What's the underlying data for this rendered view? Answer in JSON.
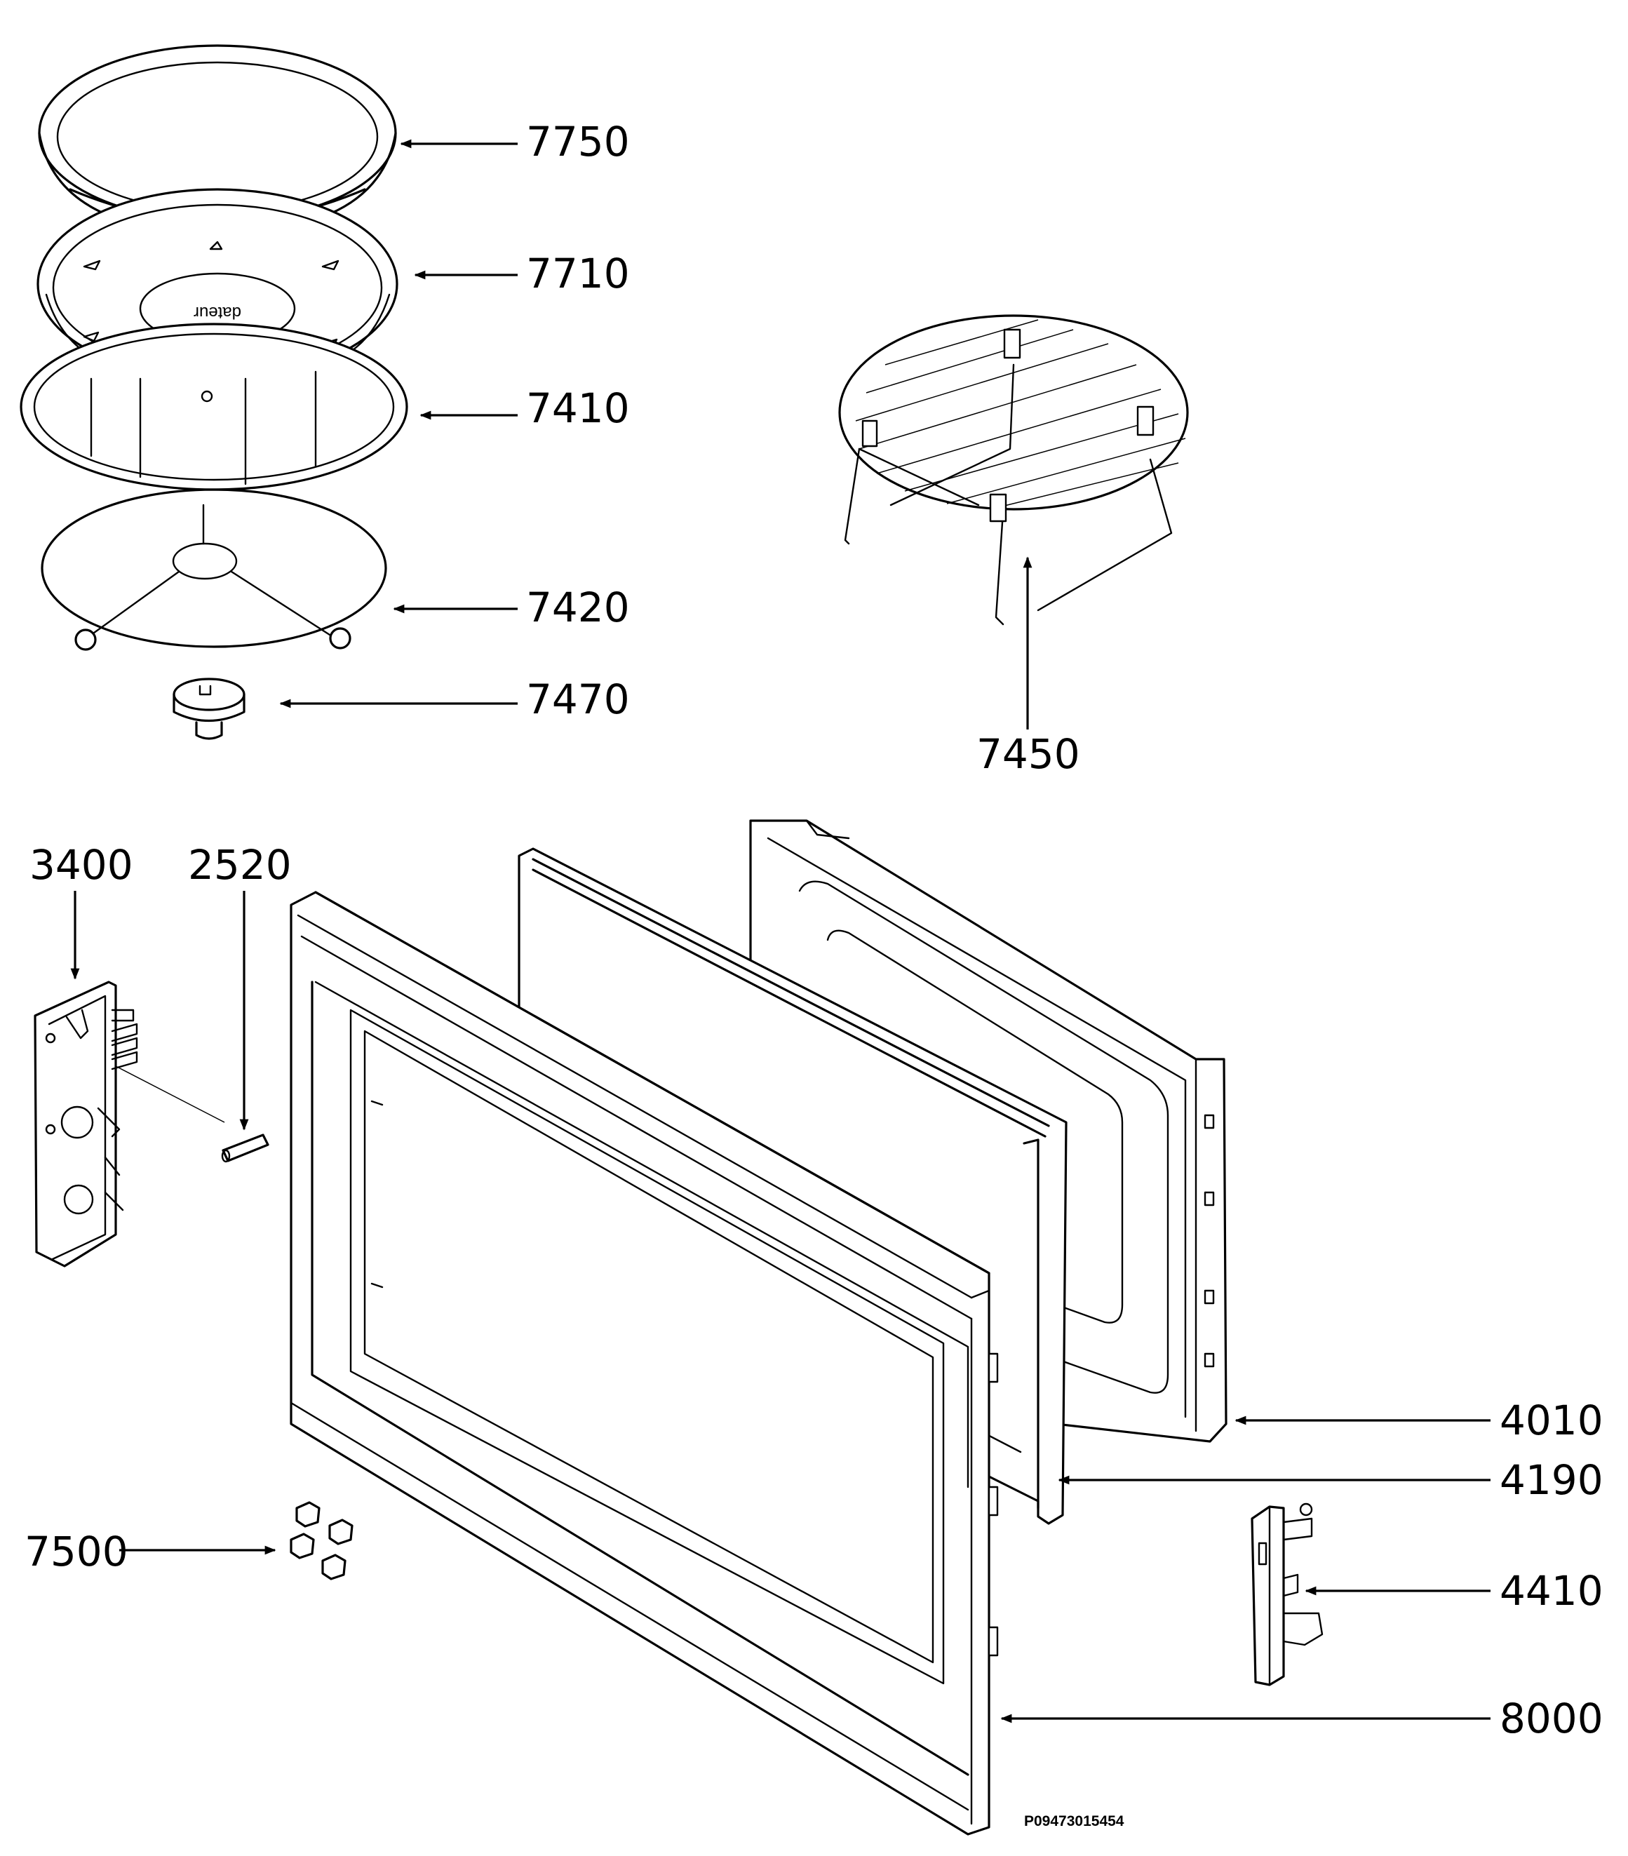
{
  "callouts": {
    "p7750": "7750",
    "p7710": "7710",
    "p7410": "7410",
    "p7420": "7420",
    "p7470": "7470",
    "p7450": "7450",
    "p3400": "3400",
    "p2520": "2520",
    "p7500": "7500",
    "p4010": "4010",
    "p4190": "4190",
    "p4410": "4410",
    "p8000": "8000"
  },
  "plate_brand_text": "dateur",
  "document_code": "P09473015454",
  "colors": {
    "ink": "#000000",
    "paper": "#ffffff",
    "leader_lines": "#000000"
  }
}
